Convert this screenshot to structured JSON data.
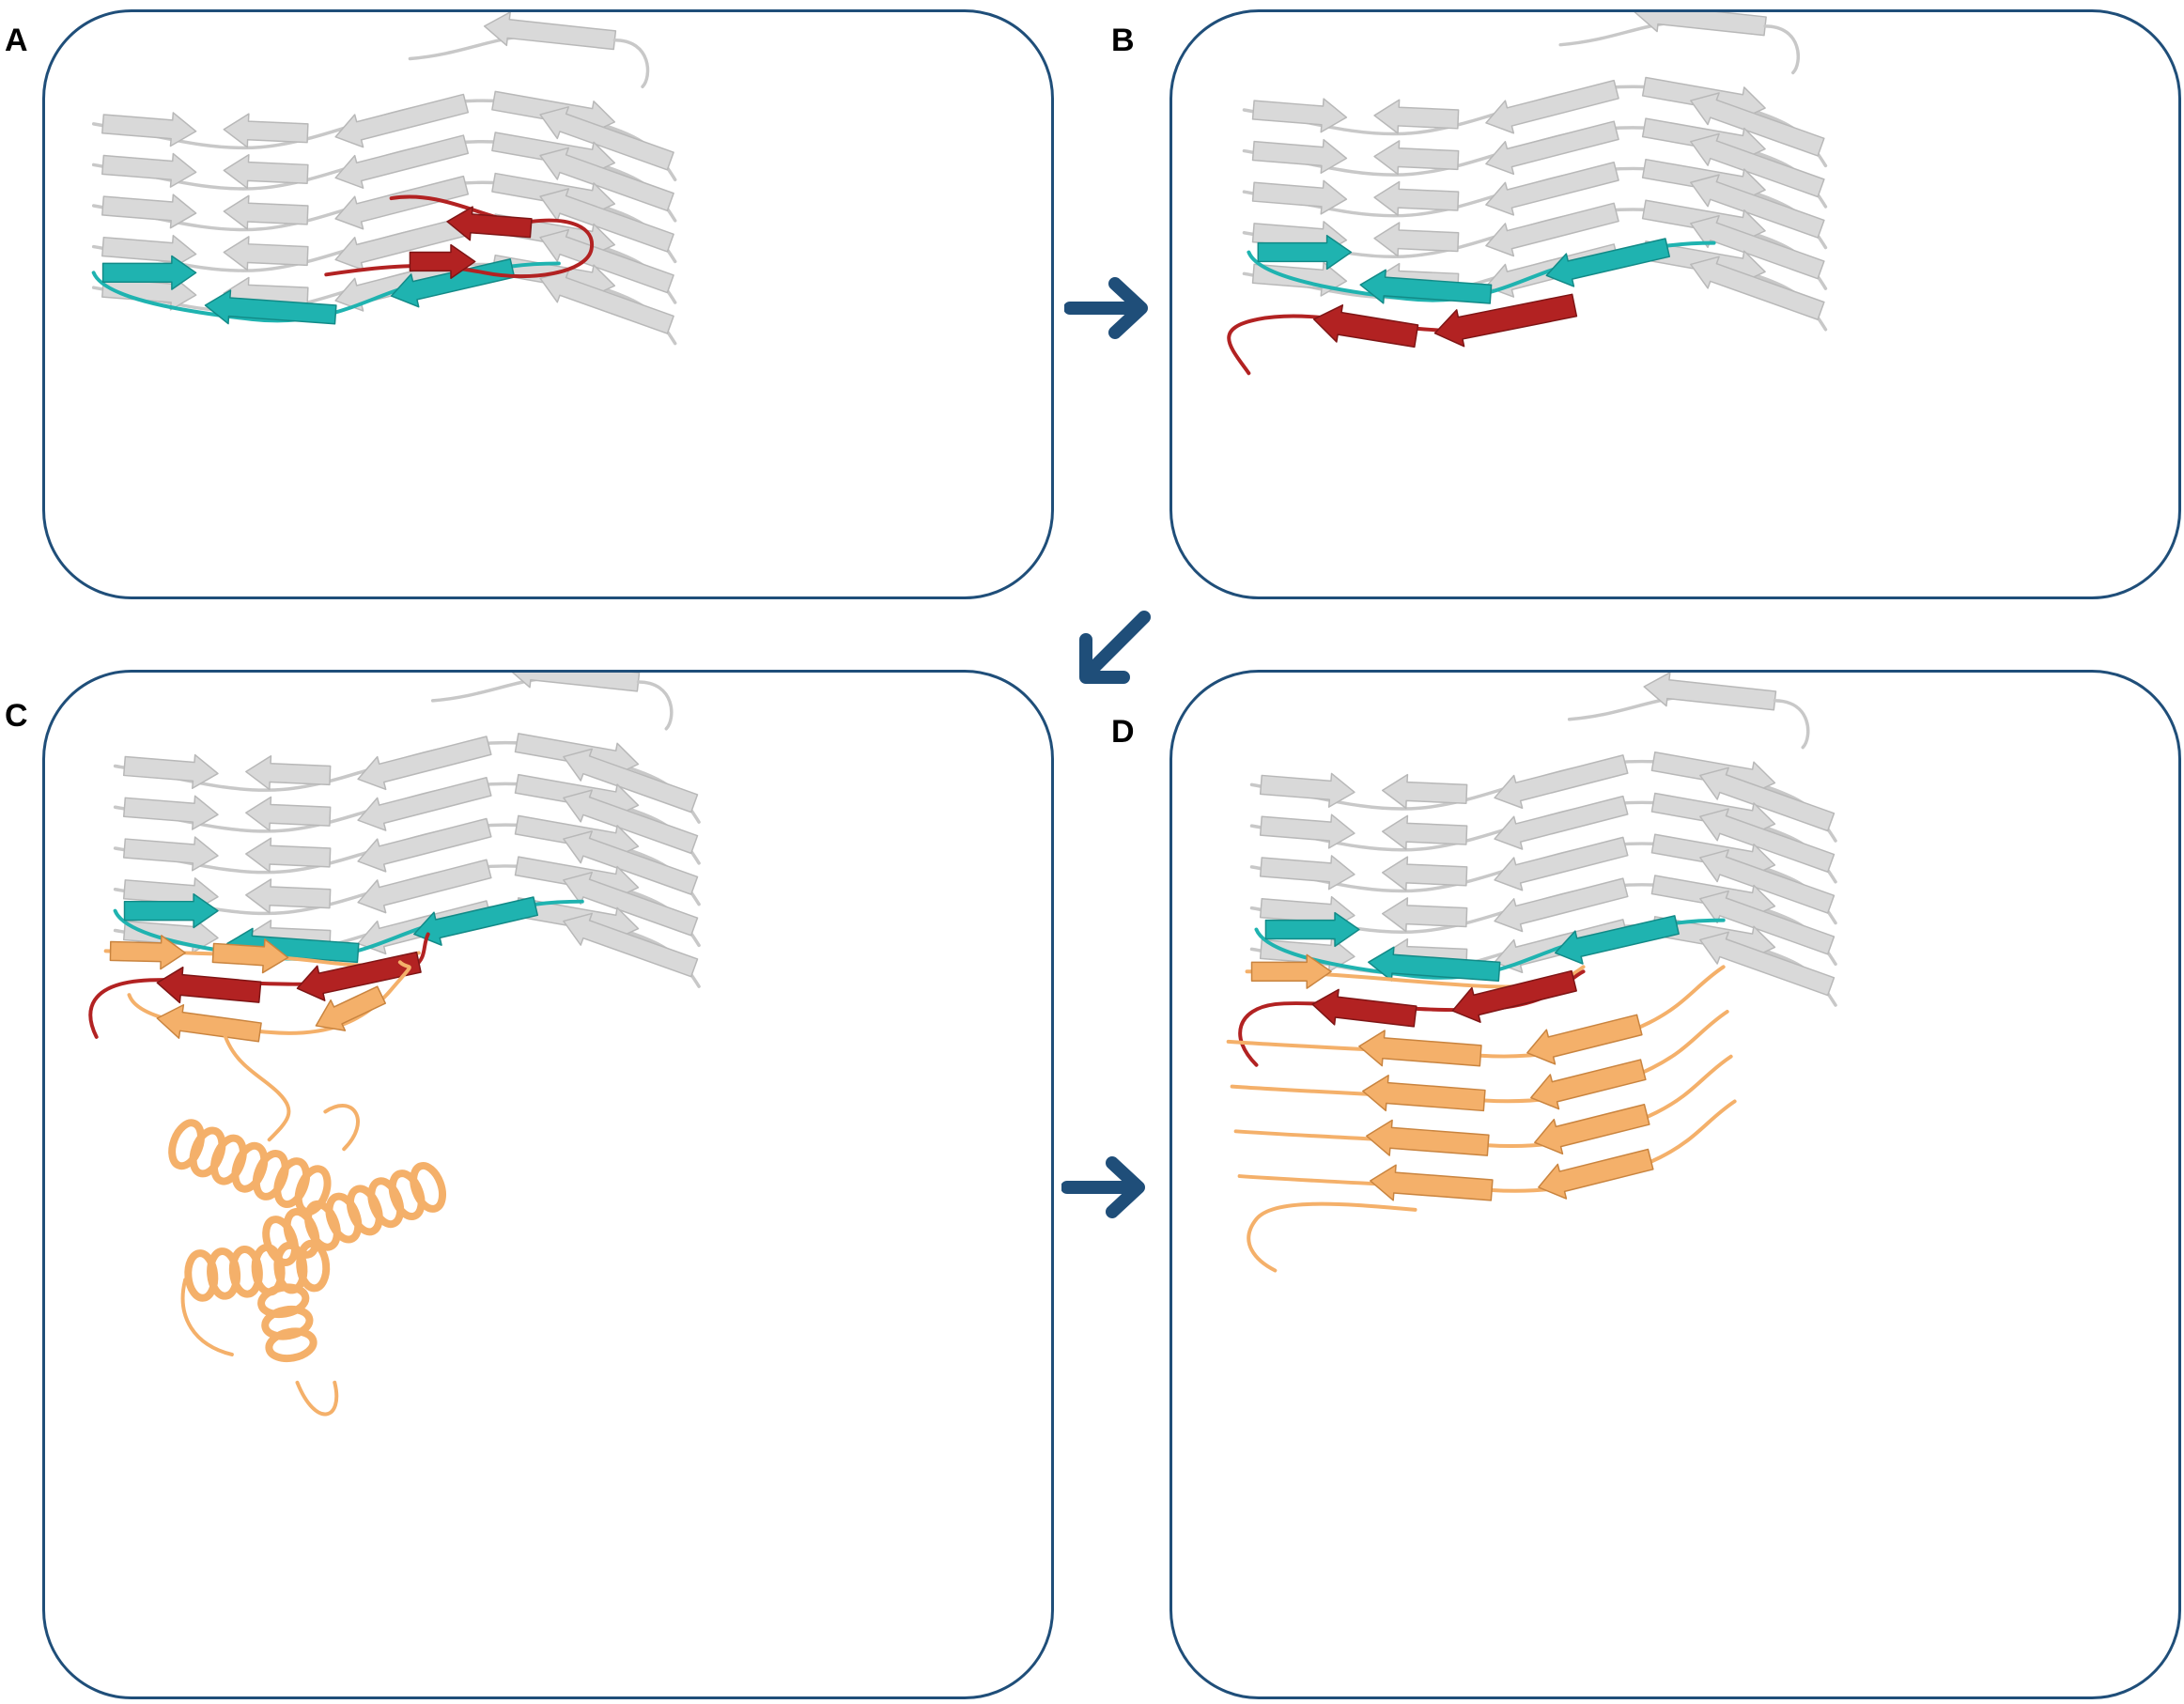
{
  "panels": [
    {
      "id": "a",
      "label": "A"
    },
    {
      "id": "b",
      "label": "B"
    },
    {
      "id": "c",
      "label": "C"
    },
    {
      "id": "d",
      "label": "D"
    }
  ],
  "colors": {
    "frame": "#1f4e79",
    "fibril_strand": "#d9d9d9",
    "fibril_edge": "#b8b8b8",
    "cyan_strand": "#1fb3b0",
    "red_strand": "#b22222",
    "orange_strand": "#f4b06a",
    "flow_arrow": "#1f4e79"
  },
  "icons": {
    "flow_arrow": "arrow-icon"
  }
}
